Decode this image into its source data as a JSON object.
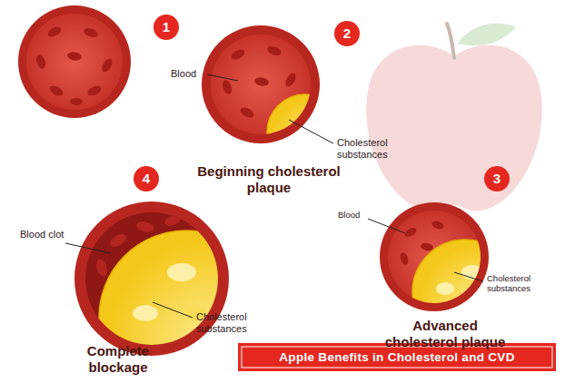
{
  "diagram": {
    "title": "Apple Benefits in Cholesterol and CVD",
    "labels": [
      "1",
      "Blood",
      "2",
      "Cholesterol substances",
      "Beginning cholesterol plaque",
      "4",
      "Blood clot",
      "Cholesterol substances",
      "Complete blockage",
      "3",
      "Blood",
      "Cholesterol substances",
      "Advanced cholesterol plaque"
    ]
  }
}
